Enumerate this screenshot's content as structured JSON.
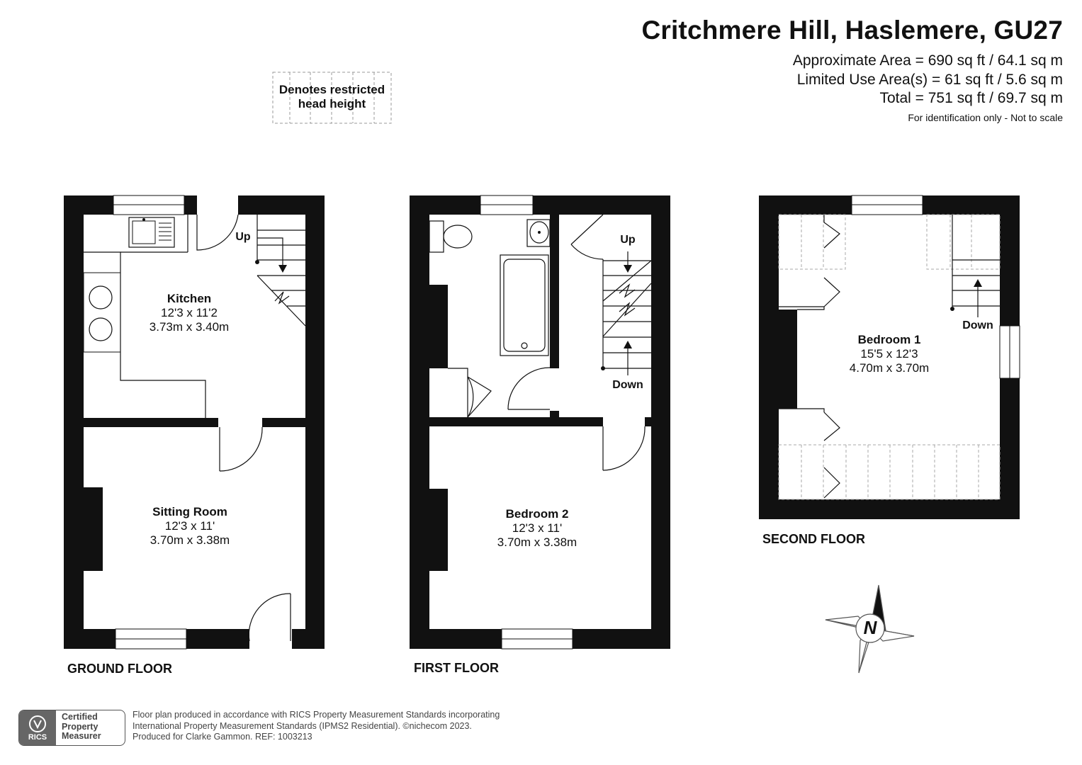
{
  "header": {
    "title": "Critchmere Hill, Haslemere, GU27",
    "approx_area": "Approximate Area = 690 sq ft / 64.1 sq m",
    "limited_area": "Limited Use Area(s) = 61 sq ft / 5.6 sq m",
    "total_area": "Total = 751 sq ft / 69.7 sq m",
    "note": "For identification only - Not to scale"
  },
  "legend": {
    "line1": "Denotes restricted",
    "line2": "head height"
  },
  "ground_floor": {
    "label": "GROUND FLOOR",
    "kitchen": {
      "name": "Kitchen",
      "imperial": "12'3 x 11'2",
      "metric": "3.73m x 3.40m"
    },
    "sitting_room": {
      "name": "Sitting Room",
      "imperial": "12'3 x 11'",
      "metric": "3.70m x 3.38m"
    },
    "stairs_up": "Up"
  },
  "first_floor": {
    "label": "FIRST FLOOR",
    "bedroom2": {
      "name": "Bedroom 2",
      "imperial": "12'3 x 11'",
      "metric": "3.70m x 3.38m"
    },
    "stairs_up": "Up",
    "stairs_down": "Down"
  },
  "second_floor": {
    "label": "SECOND FLOOR",
    "bedroom1": {
      "name": "Bedroom 1",
      "imperial": "15'5 x 12'3",
      "metric": "4.70m x 3.70m"
    },
    "stairs_down": "Down"
  },
  "compass": {
    "letter": "N"
  },
  "footer": {
    "line1": "Floor plan produced in accordance with RICS Property Measurement Standards incorporating",
    "line2": "International Property Measurement Standards (IPMS2 Residential).   ©nichecom 2023.",
    "line3": "Produced for Clarke Gammon.   REF: 1003213",
    "badge_word": "RICS",
    "badge_line1": "Certified",
    "badge_line2": "Property",
    "badge_line3": "Measurer"
  },
  "colors": {
    "wall": "#111111",
    "restricted": "#aaaaaa"
  }
}
